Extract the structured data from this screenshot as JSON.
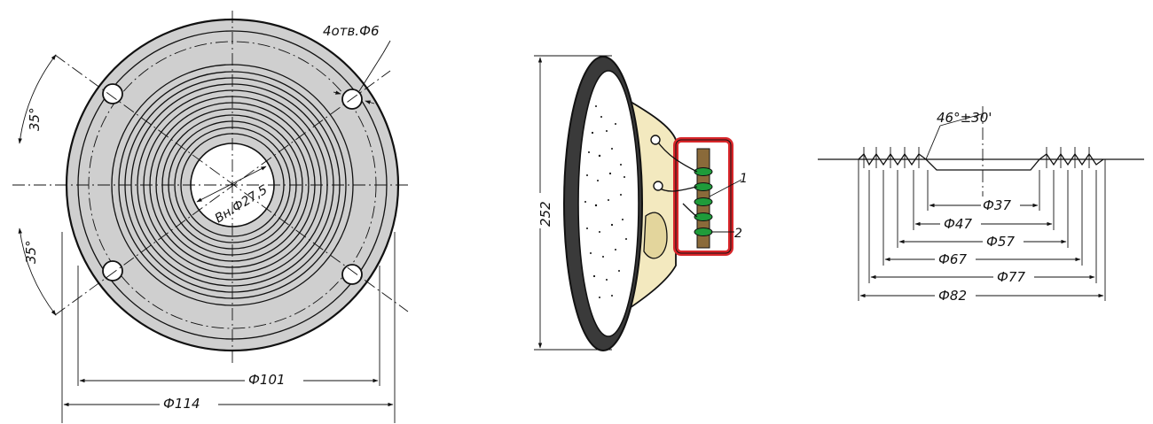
{
  "front_view": {
    "holes_label": "4отв.Ф6",
    "angle_top": "35°",
    "angle_bottom": "35°",
    "inner_dia": "Вн.Ф27,5",
    "dia_mid": "Ф101",
    "dia_outer": "Ф114"
  },
  "side_view": {
    "height": "252",
    "callout_1": "1",
    "callout_2": "2"
  },
  "profile_view": {
    "angle": "46°±30'",
    "diameters": [
      "Ф37",
      "Ф47",
      "Ф57",
      "Ф67",
      "Ф77",
      "Ф82"
    ]
  },
  "colors": {
    "cone_fill": "#cfcfcf",
    "basket_fill": "#f3e9bf",
    "frame_red": "#d8262a",
    "terminal_green": "#1f9b3a",
    "terminal_brown": "#8a6a3a"
  }
}
